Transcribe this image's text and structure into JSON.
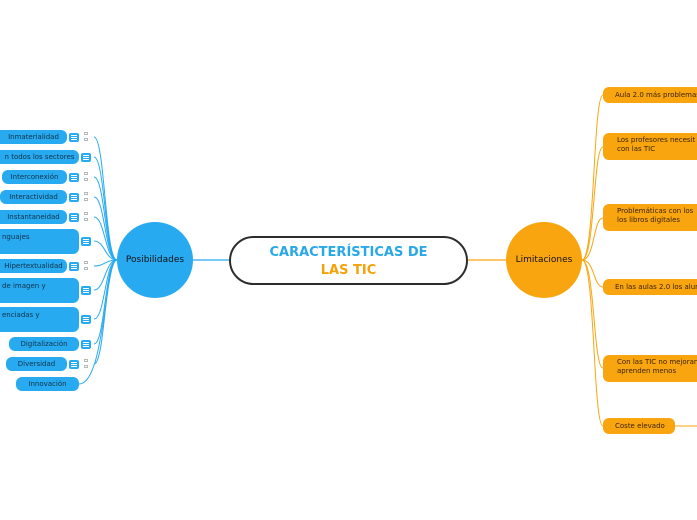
{
  "map": {
    "central_line1": "CARACTERÍSTICAS DE",
    "central_line2": "LAS TIC",
    "left_topic": "Posibilidades",
    "right_topic": "Limitaciones",
    "left_items": [
      "Inmaterialidad",
      "n todos los sectores",
      "Interconexión",
      "Interactividad",
      "Instantaneidad",
      "nguajes",
      "Hipertextualidad",
      "de imagen y",
      "enciadas y",
      "Digitalización",
      "Diversidad",
      "Innovación"
    ],
    "right_items": [
      "Aula 2.0 más problemas",
      "Los profesores necesit con las TIC",
      "Problemáticas con los los libros digitales",
      "En las aulas 2.0 los alum",
      "Con las TIC no mejoran aprenden menos",
      "Coste elevado"
    ],
    "colors": {
      "blue": "#28aaf0",
      "orange": "#f9a50f",
      "central_blue": "#29a8e8",
      "central_orange": "#f5a10a",
      "border": "#2d2d2d"
    },
    "icons": {
      "note": "note-icon",
      "attachment": "attachment-icon"
    }
  }
}
